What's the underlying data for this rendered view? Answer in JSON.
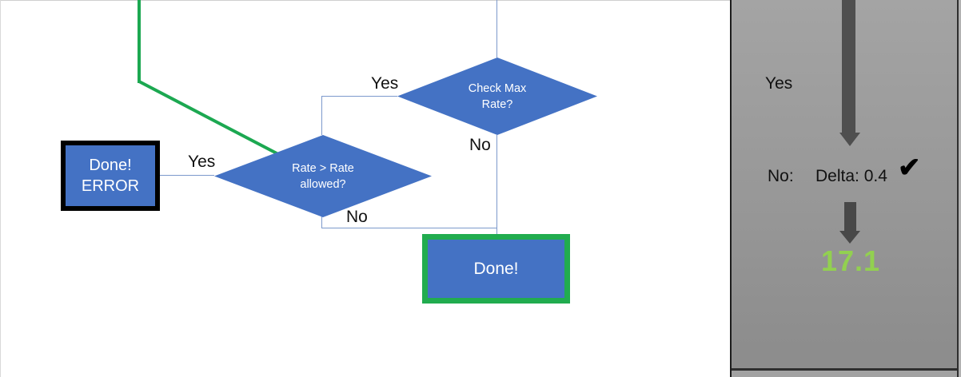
{
  "flowchart": {
    "diamond_check_max": {
      "label": "Check Max Rate?"
    },
    "diamond_rate": {
      "label": "Rate > Rate allowed?"
    },
    "box_done_error": {
      "line1": "Done!",
      "line2": "ERROR"
    },
    "box_done": {
      "label": "Done!"
    },
    "labels": {
      "check_max_yes": "Yes",
      "check_max_no": "No",
      "rate_yes": "Yes",
      "rate_no": "No"
    }
  },
  "panel": {
    "yes_label": "Yes",
    "no_label": "No:",
    "delta_value": "Delta: 0.4",
    "check_icon": "✔",
    "result_value": "17.1"
  },
  "colors": {
    "shape_blue": "#4472c4",
    "connector_blue": "#7c99cc",
    "green_accent": "#1ca851",
    "done_border_green": "#21ac4f",
    "result_green": "#92d050",
    "panel_gray": "#979797",
    "arrow_gray": "#4f4f4f"
  }
}
